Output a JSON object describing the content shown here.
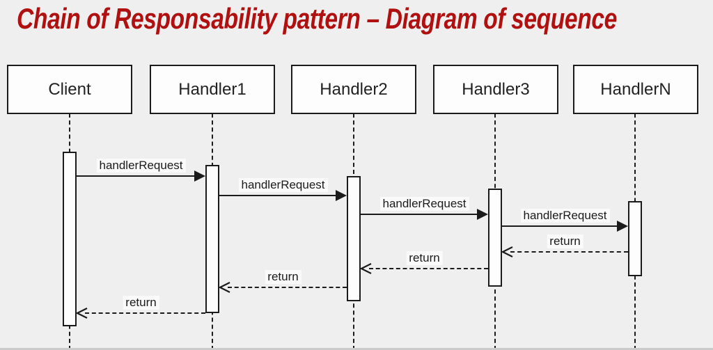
{
  "title": "Chain of Responsability pattern – Diagram of sequence",
  "colors": {
    "title": "#b01010",
    "line": "#1b1b1b",
    "background": "#efefef",
    "box_fill": "#fdfdfd"
  },
  "diagram": {
    "type": "uml-sequence-diagram",
    "participants": [
      {
        "name": "Client"
      },
      {
        "name": "Handler1"
      },
      {
        "name": "Handler2"
      },
      {
        "name": "Handler3"
      },
      {
        "name": "HandlerN"
      }
    ],
    "messages": [
      {
        "label": "handlerRequest",
        "from": 0,
        "to": 1,
        "kind": "request"
      },
      {
        "label": "handlerRequest",
        "from": 1,
        "to": 2,
        "kind": "request"
      },
      {
        "label": "handlerRequest",
        "from": 2,
        "to": 3,
        "kind": "request"
      },
      {
        "label": "handlerRequest",
        "from": 3,
        "to": 4,
        "kind": "request"
      },
      {
        "label": "return",
        "from": 4,
        "to": 3,
        "kind": "return"
      },
      {
        "label": "return",
        "from": 3,
        "to": 2,
        "kind": "return"
      },
      {
        "label": "return",
        "from": 2,
        "to": 1,
        "kind": "return"
      },
      {
        "label": "return",
        "from": 1,
        "to": 0,
        "kind": "return"
      }
    ]
  }
}
